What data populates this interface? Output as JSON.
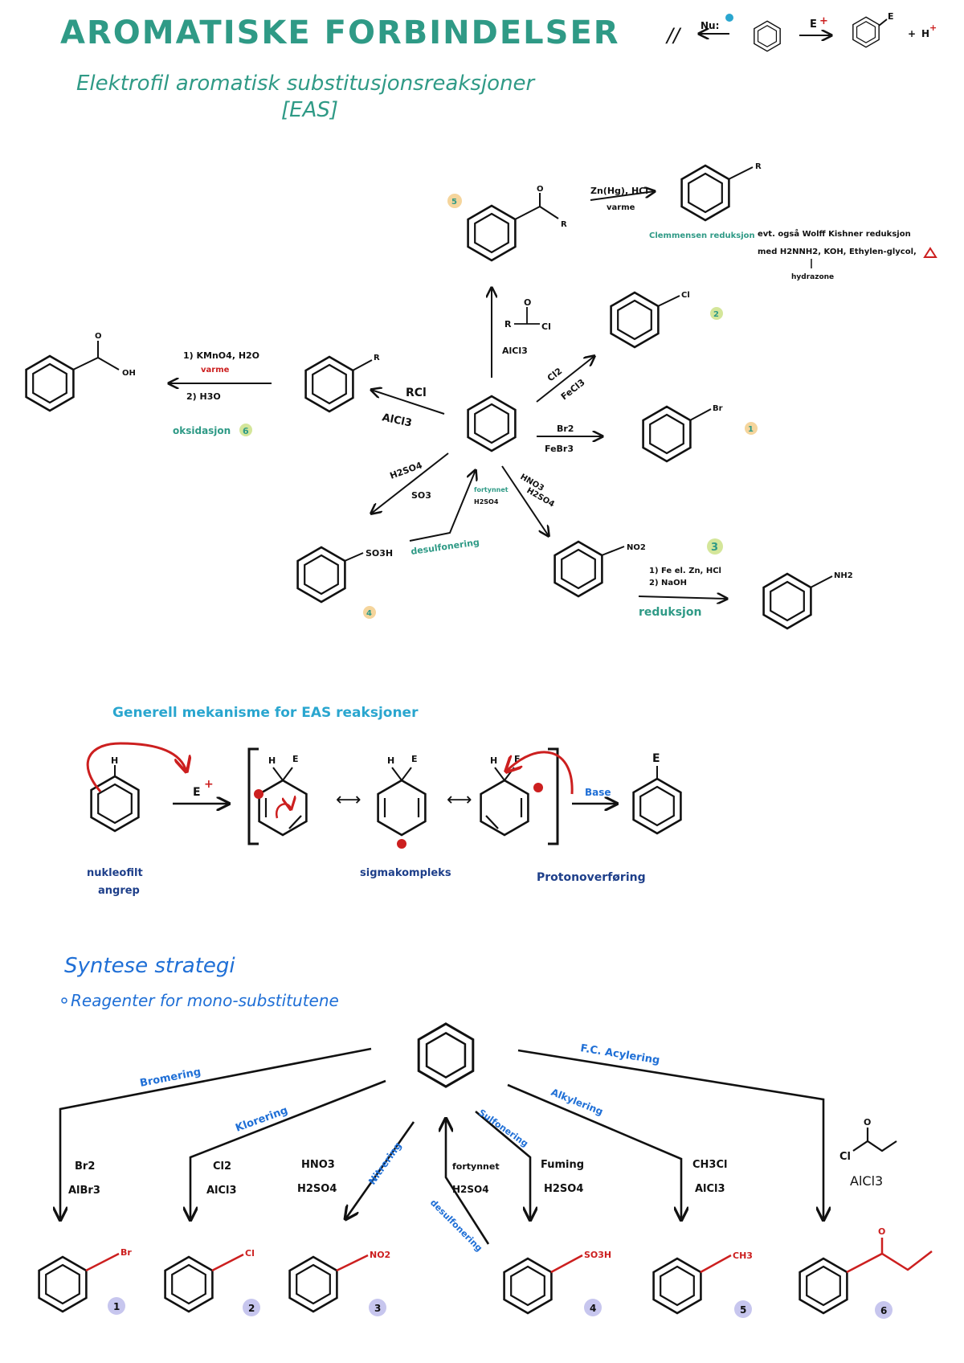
{
  "title": "AROMATISKE FORBINDELSER",
  "subtitle_line1": "Elektrofil aromatisk substitusjonsreaksjoner",
  "subtitle_line2": "[EAS]",
  "header_scheme": {
    "nu_label": "Nu:",
    "electrophile": "E",
    "plus_sign": "+",
    "product_sub": "E",
    "proton": "H",
    "separator": "//"
  },
  "reaction_map": {
    "acylation_reagent_atoms": [
      "O",
      "R",
      "Cl"
    ],
    "acylation_catalyst": "AlCl3",
    "acyl_product_atoms": [
      "O",
      "R"
    ],
    "clemmensen_reagents": "Zn(Hg), HCl",
    "clemmensen_heat": "varme",
    "clemmensen_product_sub": "R",
    "clemmensen_label": "Clemmensen reduksjon",
    "wolff_line1": "evt. også Wolff Kishner reduksjon",
    "wolff_line2": "med H2NNH2, KOH, Ethylen-glycol,",
    "wolff_line3": "hydrazone",
    "alkylation_reagent": "RCl",
    "alkylation_catalyst": "AlCl3",
    "alkyl_product_sub": "R",
    "oxidation_reagent1": "1) KMnO4, H2O",
    "oxidation_heat": "varme",
    "oxidation_reagent2": "2) H3O",
    "oxidation_label": "oksidasjon",
    "oxidation_number": "6",
    "benzoic_atoms": [
      "O",
      "OH"
    ],
    "chlorination_reagent": "Cl2",
    "chlorination_catalyst": "FeCl3",
    "chloro_product_sub": "Cl",
    "chloro_number": "2",
    "bromination_reagent": "Br2",
    "bromination_catalyst": "FeBr3",
    "bromo_product_sub": "Br",
    "bromo_number": "1",
    "nitration_reagent": "HNO3",
    "nitration_catalyst": "H2SO4",
    "nitro_product_sub": "NO2",
    "nitro_number": "3",
    "reduction_reagent1": "1) Fe el. Zn, HCl",
    "reduction_reagent2": "2) NaOH",
    "reduction_label": "reduksjon",
    "amine_product_sub": "NH2",
    "sulfonation_reagent": "H2SO4",
    "sulfonation_catalyst": "SO3",
    "sulfonic_product_sub": "SO3H",
    "sulfonic_number": "4",
    "desulfonation_reagent1": "fortynnet",
    "desulfonation_reagent2": "H2SO4",
    "desulfonation_label": "desulfonering",
    "acyl_number": "5"
  },
  "mechanism": {
    "heading": "Generell mekanisme for EAS reaksjoner",
    "atoms_H": "H",
    "atoms_E": "E",
    "electrophile": "E",
    "charge": "+",
    "resonance_arrow": "⟷",
    "base_label": "Base",
    "step1_line1": "nukleofilt",
    "step1_line2": "angrep",
    "step2": "sigmakompleks",
    "step3": "Protonoverføring"
  },
  "synthesis": {
    "heading": "Syntese strategi",
    "bullet": "Reagenter for mono-substitutene",
    "labels": {
      "bromination": "Bromering",
      "chlorination": "Klorering",
      "nitration": "Nitrering",
      "sulfonation": "Sulfonering",
      "desulfonation": "desulfonering",
      "alkylation": "Alkylering",
      "acylation": "F.C. Acylering"
    },
    "reagents": {
      "br1": "Br2",
      "br2": "AlBr3",
      "cl1": "Cl2",
      "cl2": "AlCl3",
      "no1": "HNO3",
      "no2": "H2SO4",
      "ds1": "fortynnet",
      "ds2": "H2SO4",
      "su1": "Fuming",
      "su2": "H2SO4",
      "al1": "CH3Cl",
      "al2": "AlCl3",
      "ac_cat": "AlCl3",
      "ac_cl": "Cl",
      "ac_o": "O"
    },
    "products": [
      {
        "sub": "Br",
        "num": "1"
      },
      {
        "sub": "Cl",
        "num": "2"
      },
      {
        "sub": "NO2",
        "num": "3"
      },
      {
        "sub": "SO3H",
        "num": "4"
      },
      {
        "sub": "CH3",
        "num": "5"
      },
      {
        "sub": "O",
        "num": "6"
      }
    ]
  },
  "colors": {
    "teal": "#2f9a86",
    "red": "#cc1f1f",
    "blue": "#1f6fd6",
    "navy": "#1e3f8a",
    "green_circle": "#d4e69a",
    "orange_circle": "#f5d59c",
    "purple_circle": "#c7c6ee"
  }
}
